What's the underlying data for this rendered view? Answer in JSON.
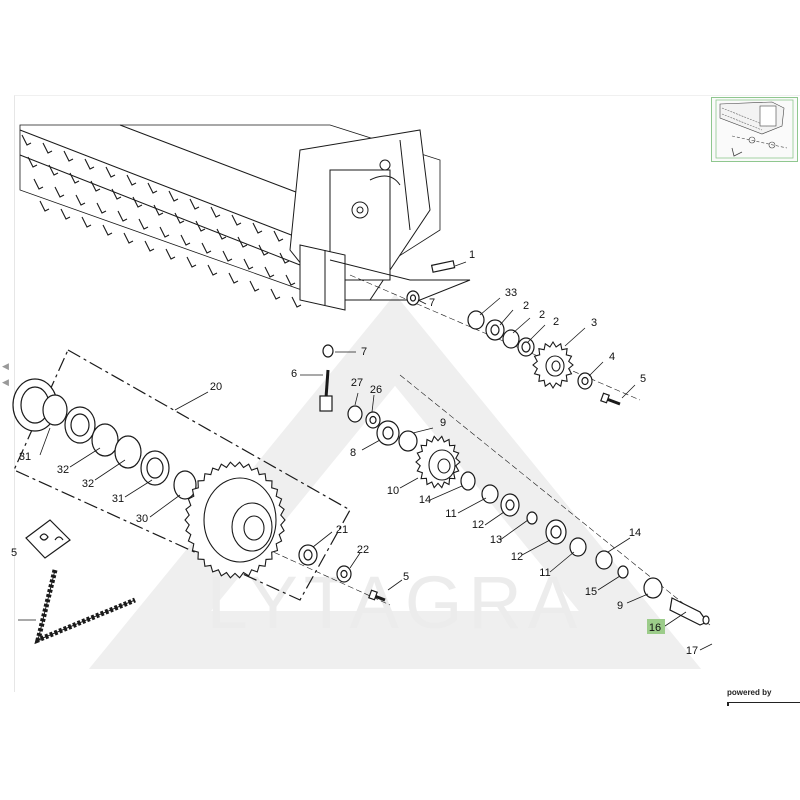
{
  "watermark": {
    "text": "LYTAGRA"
  },
  "footer": {
    "powered_by": "powered by"
  },
  "callouts": [
    {
      "id": "c-1",
      "label": "1"
    },
    {
      "id": "c-7a",
      "label": "7"
    },
    {
      "id": "c-33",
      "label": "33"
    },
    {
      "id": "c-2a",
      "label": "2"
    },
    {
      "id": "c-2b",
      "label": "2"
    },
    {
      "id": "c-2c",
      "label": "2"
    },
    {
      "id": "c-3",
      "label": "3"
    },
    {
      "id": "c-7b",
      "label": "7"
    },
    {
      "id": "c-6",
      "label": "6"
    },
    {
      "id": "c-4",
      "label": "4"
    },
    {
      "id": "c-5a",
      "label": "5"
    },
    {
      "id": "c-27",
      "label": "27"
    },
    {
      "id": "c-26",
      "label": "26"
    },
    {
      "id": "c-20",
      "label": "20"
    },
    {
      "id": "c-9a",
      "label": "9"
    },
    {
      "id": "c-8",
      "label": "8"
    },
    {
      "id": "c-10",
      "label": "10"
    },
    {
      "id": "c-14a",
      "label": "14"
    },
    {
      "id": "c-11a",
      "label": "11"
    },
    {
      "id": "c-12a",
      "label": "12"
    },
    {
      "id": "c-13",
      "label": "13"
    },
    {
      "id": "c-12b",
      "label": "12"
    },
    {
      "id": "c-11b",
      "label": "11"
    },
    {
      "id": "c-14b",
      "label": "14"
    },
    {
      "id": "c-15",
      "label": "15"
    },
    {
      "id": "c-9b",
      "label": "9"
    },
    {
      "id": "c-16",
      "label": "16",
      "highlighted": true
    },
    {
      "id": "c-17",
      "label": "17"
    },
    {
      "id": "c-31a",
      "label": "31"
    },
    {
      "id": "c-32a",
      "label": "32"
    },
    {
      "id": "c-32b",
      "label": "32"
    },
    {
      "id": "c-31b",
      "label": "31"
    },
    {
      "id": "c-30",
      "label": "30"
    },
    {
      "id": "c-21",
      "label": "21"
    },
    {
      "id": "c-22",
      "label": "22"
    },
    {
      "id": "c-5b",
      "label": "5"
    },
    {
      "id": "c-25",
      "label": "5"
    }
  ],
  "colors": {
    "line": "#1a1a1a",
    "highlight": "#9ccc8a",
    "watermark": "#ececec",
    "thumb_border": "#8fc78f"
  }
}
